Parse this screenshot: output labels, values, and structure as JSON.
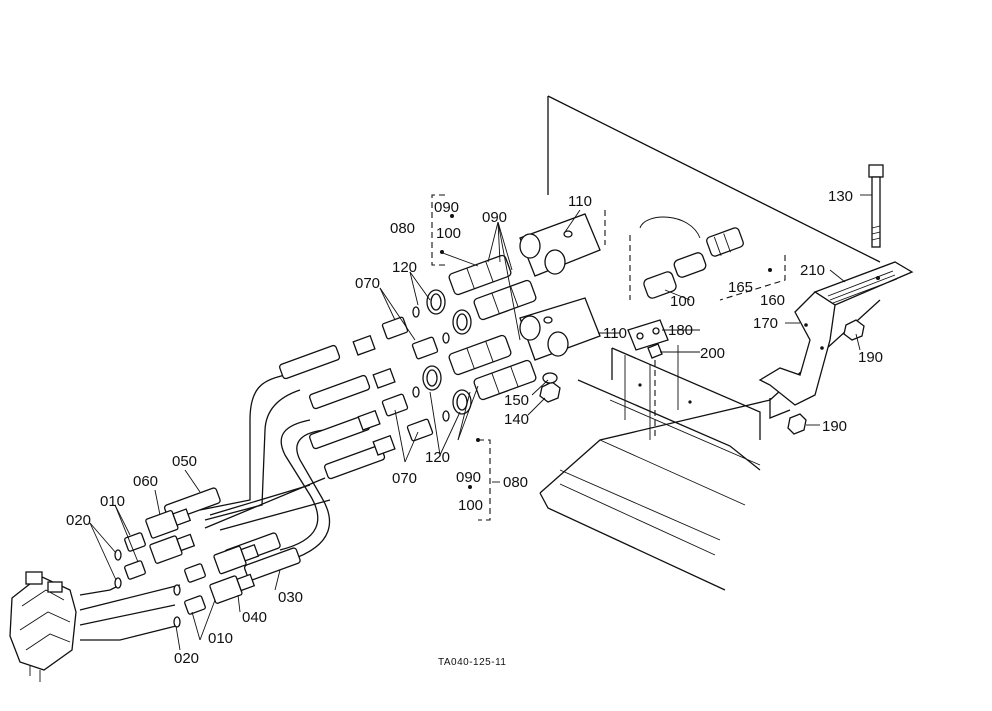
{
  "diagram": {
    "caption": "TA040-125-11",
    "labels": {
      "l010a": "010",
      "l010b": "010",
      "l020a": "020",
      "l020b": "020",
      "l030": "030",
      "l040": "040",
      "l050": "050",
      "l060": "060",
      "l070a": "070",
      "l070b": "070",
      "l080a": "080",
      "l080b": "080",
      "l090a": "090",
      "l090b": "090",
      "l090c": "090",
      "l100a": "100",
      "l100b": "100",
      "l100c": "100",
      "l110a": "110",
      "l110b": "110",
      "l120a": "120",
      "l120b": "120",
      "l130": "130",
      "l140": "140",
      "l150": "150",
      "l160": "160",
      "l165": "165",
      "l170": "170",
      "l180": "180",
      "l190a": "190",
      "l190b": "190",
      "l200": "200",
      "l210": "210"
    }
  }
}
